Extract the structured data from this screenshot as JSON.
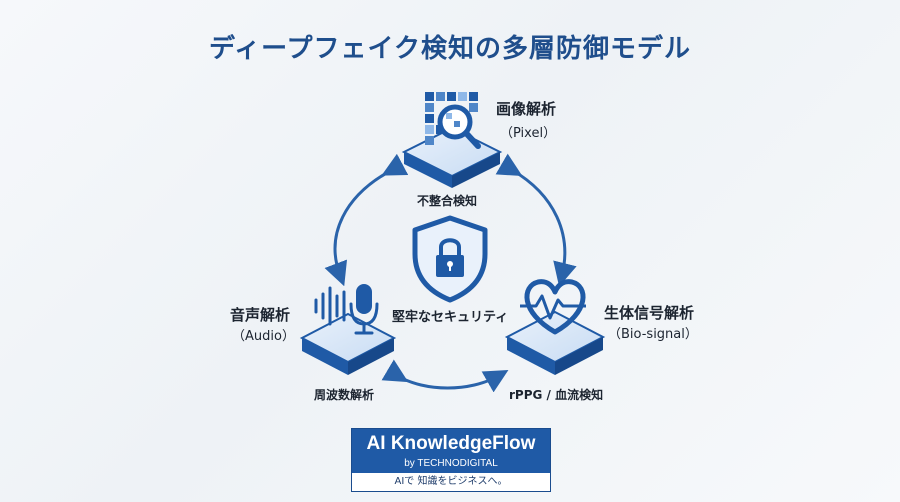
{
  "title": "ディープフェイク検知の多層防御モデル",
  "nodes": {
    "image": {
      "label": "画像解析",
      "sub": "（Pixel）",
      "caption": "不整合検知"
    },
    "audio": {
      "label": "音声解析",
      "sub": "（Audio）",
      "caption": "周波数解析"
    },
    "bio": {
      "label": "生体信号解析",
      "sub": "（Bio-signal）",
      "caption": "rPPG / 血流検知"
    }
  },
  "center": {
    "label": "堅牢なセキュリティ"
  },
  "logo": {
    "main": "AI KnowledgeFlow",
    "by": "by TECHNODIGITAL",
    "tagline": "AIで 知識をビジネスへ。"
  },
  "colors": {
    "primary": "#1f5aa6",
    "title": "#1f4e8c",
    "accent_light": "#8fb8e8"
  },
  "icons": [
    "pixel-grid-magnifier-icon",
    "microphone-waveform-icon",
    "heart-pulse-icon",
    "padlock-shield-icon"
  ]
}
